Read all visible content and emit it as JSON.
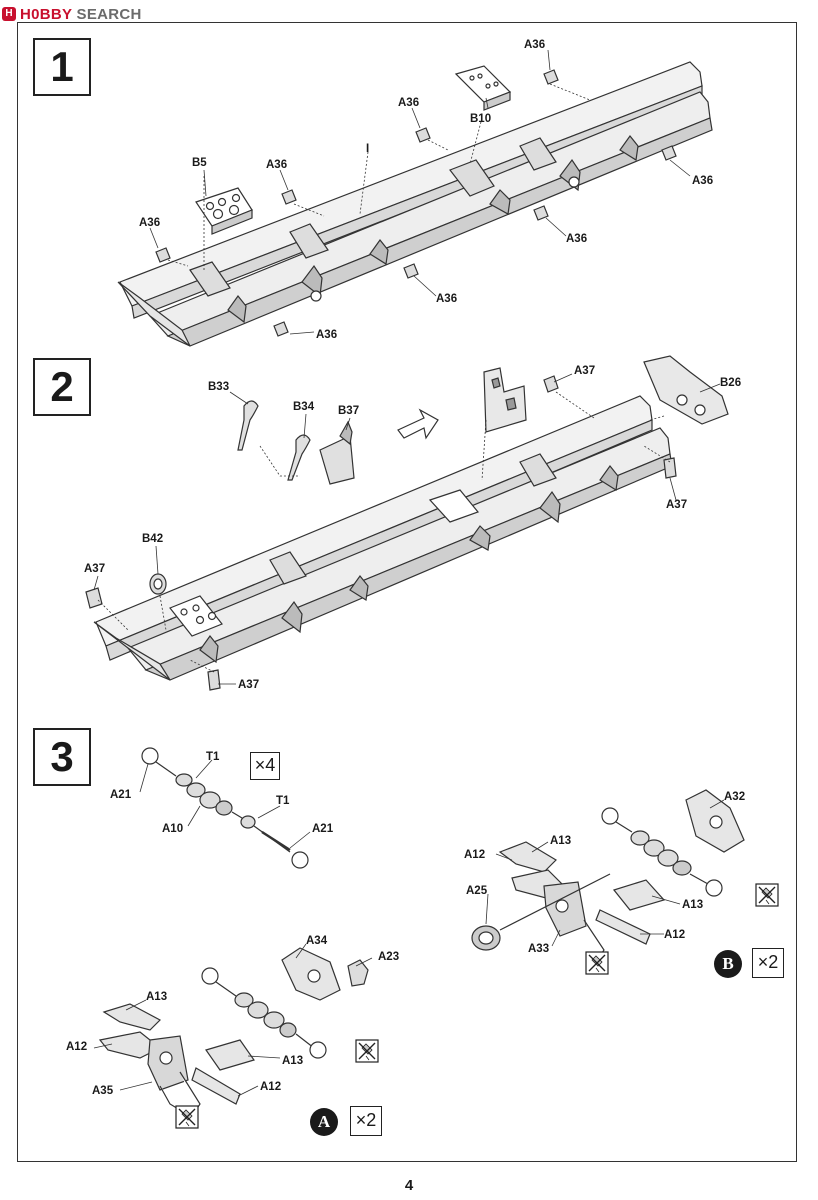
{
  "header": {
    "logo_mark": "H",
    "logo_brand": "H0BBY",
    "logo_word": "SEARCH"
  },
  "steps": [
    {
      "number": "1"
    },
    {
      "number": "2"
    },
    {
      "number": "3"
    }
  ],
  "step1_labels": {
    "a36_top": "A36",
    "b10": "B10",
    "a36_mid": "A36",
    "i_part": "I",
    "a36_left_mid": "A36",
    "b5": "B5",
    "a36_left": "A36",
    "a36_right": "A36",
    "a36_right2": "A36",
    "a36_center": "A36",
    "a36_bottom": "A36"
  },
  "step2_labels": {
    "b33": "B33",
    "b34": "B34",
    "b37": "B37",
    "a37_top": "A37",
    "b26": "B26",
    "a37_right": "A37",
    "b42": "B42",
    "a37_left": "A37",
    "a37_bottom": "A37"
  },
  "step3_labels": {
    "t1_a": "T1",
    "t1_b": "T1",
    "a21_a": "A21",
    "a21_b": "A21",
    "a10": "A10",
    "qty_shaft": "×4",
    "a_a13": "A13",
    "a_a34": "A34",
    "a_a23": "A23",
    "a_a12_left": "A12",
    "a_a13_right": "A13",
    "a_a35": "A35",
    "a_a12_bottom": "A12",
    "b_a32": "A32",
    "b_a12": "A12",
    "b_a13": "A13",
    "b_a25": "A25",
    "b_a13_right": "A13",
    "b_a33": "A33",
    "b_a12_right": "A12"
  },
  "subassemblies": {
    "a": {
      "badge": "A",
      "qty": "×2"
    },
    "b": {
      "badge": "B",
      "qty": "×2"
    }
  },
  "footer": {
    "page_number": "4"
  }
}
